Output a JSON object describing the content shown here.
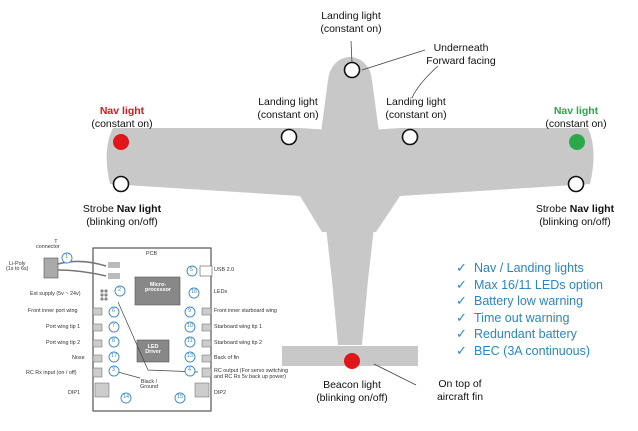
{
  "labels": {
    "landing_top_1": "Landing light",
    "landing_top_2": "(constant on)",
    "underneath_1": "Underneath",
    "underneath_2": "Forward facing",
    "landing_left_1": "Landing light",
    "landing_left_2": "(constant on)",
    "landing_right_1": "Landing light",
    "landing_right_2": "(constant on)",
    "nav_left_1": "Nav light",
    "nav_left_2": "(constant on)",
    "nav_right_1": "Nav light",
    "nav_right_2": "(constant on)",
    "strobe_left_prefix": "Strobe ",
    "strobe_left_bold": "Nav light",
    "strobe_left_2": "(blinking on/off)",
    "strobe_right_prefix": "Strobe ",
    "strobe_right_bold": "Nav light",
    "strobe_right_2": "(blinking on/off)",
    "beacon_1": "Beacon light",
    "beacon_2": "(blinking on/off)",
    "fin_1": "On top of",
    "fin_2": "aircraft fin"
  },
  "features": [
    "Nav / Landing lights",
    "Max 16/11 LEDs  option",
    "Battery low warning",
    "Time out warning",
    "Redundant battery",
    "BEC (3A continuous)"
  ],
  "pcb": {
    "pcb": "PCB",
    "connector_1": "T",
    "connector_2": "connector",
    "lipo_1": "Li-Poly",
    "lipo_2": "(1s to 6s)",
    "usb": "USB 2.0",
    "micro_1": "Micro-",
    "micro_2": "processor",
    "leds": "LEDs",
    "ext_supply": "Ext supply (5v ~ 24v)",
    "front_inner_port": "Front inner port wing",
    "port_tip1": "Port wing tip 1",
    "port_tip2": "Port wing tip 2",
    "nose": "Nose",
    "rc_rx": "RC Rx input (on / off)",
    "dip1": "DIP1",
    "front_inner_star": "Front inner starboard wing",
    "star_tip1": "Starboard wing tip 1",
    "star_tip2": "Starboard wing tip 2",
    "back_fin": "Back of fin",
    "rc_output_1": "RC output (For servo switching",
    "rc_output_2": "and RC Rx 5v back up power)",
    "dip2": "DIP2",
    "led_driver_1": "LED",
    "led_driver_2": "Driver",
    "black_ground_1": "Black /",
    "black_ground_2": "Ground",
    "nums": [
      "1",
      "2",
      "3",
      "4",
      "5",
      "6",
      "7",
      "8",
      "9",
      "10",
      "11",
      "12",
      "13",
      "14",
      "15",
      "16",
      "17"
    ]
  },
  "colors": {
    "plane": "#c8c8c8",
    "nav_red": "#e0161a",
    "nav_green": "#2aa84a",
    "features": "#2b86c8",
    "pcb_circle": "#3a88c8"
  }
}
